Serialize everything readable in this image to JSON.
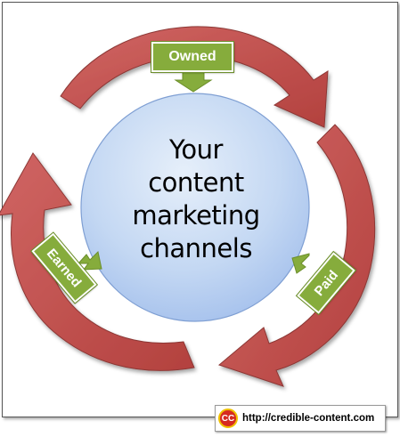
{
  "center": {
    "lines": [
      "Your",
      "content",
      "marketing",
      "channels"
    ]
  },
  "labels": {
    "owned": "Owned",
    "earned": "Earned",
    "paid": "Paid"
  },
  "badge": {
    "logo_text": "CC",
    "url": "http://credible-content.com"
  },
  "colors": {
    "arrow_fill": "#c0504d",
    "arrow_stroke": "#8c3836",
    "circle_light": "#dde9f8",
    "circle_dark": "#a9c5ee",
    "label_bg": "#86ac3c"
  }
}
